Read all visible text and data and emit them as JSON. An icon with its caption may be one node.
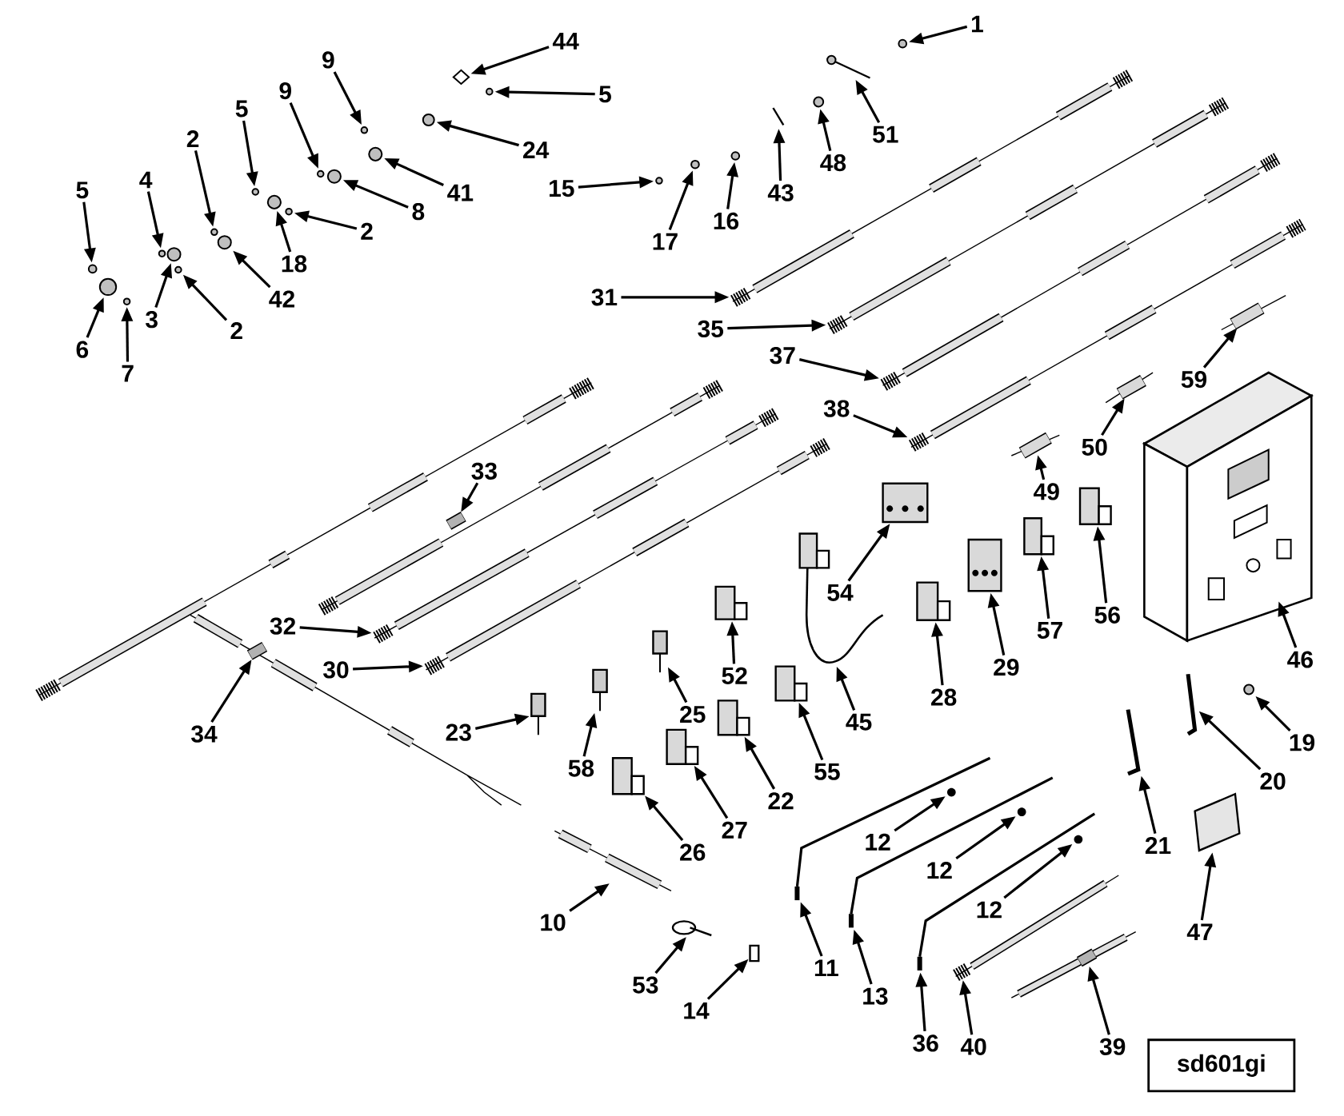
{
  "diagram": {
    "nodes": [
      {
        "text": [
          "1"
        ]
      },
      {
        "text": [
          "44"
        ]
      },
      {
        "text": [
          "5"
        ]
      },
      {
        "text": [
          "24"
        ]
      },
      {
        "text": [
          "9"
        ]
      },
      {
        "text": [
          "41"
        ]
      },
      {
        "text": [
          "51"
        ]
      },
      {
        "text": [
          "48"
        ]
      },
      {
        "text": [
          "43"
        ]
      },
      {
        "text": [
          "16"
        ]
      },
      {
        "text": [
          "15"
        ]
      },
      {
        "text": [
          "17"
        ]
      },
      {
        "text": [
          "9"
        ]
      },
      {
        "text": [
          "8"
        ]
      },
      {
        "text": [
          "5"
        ]
      },
      {
        "text": [
          "2"
        ]
      },
      {
        "text": [
          "18"
        ]
      },
      {
        "text": [
          "2"
        ]
      },
      {
        "text": [
          "42"
        ]
      },
      {
        "text": [
          "4"
        ]
      },
      {
        "text": [
          "5"
        ]
      },
      {
        "text": [
          "3"
        ]
      },
      {
        "text": [
          "2"
        ]
      },
      {
        "text": [
          "6"
        ]
      },
      {
        "text": [
          "7"
        ]
      },
      {
        "text": [
          "31"
        ]
      },
      {
        "text": [
          "35"
        ]
      },
      {
        "text": [
          "37"
        ]
      },
      {
        "text": [
          "38"
        ]
      },
      {
        "text": [
          "59"
        ]
      },
      {
        "text": [
          "50"
        ]
      },
      {
        "text": [
          "49"
        ]
      },
      {
        "text": [
          "33"
        ]
      },
      {
        "text": [
          "54"
        ]
      },
      {
        "text": [
          "56"
        ]
      },
      {
        "text": [
          "57"
        ]
      },
      {
        "text": [
          "29"
        ]
      },
      {
        "text": [
          "28"
        ]
      },
      {
        "text": [
          "52"
        ]
      },
      {
        "text": [
          "45"
        ]
      },
      {
        "text": [
          "32"
        ]
      },
      {
        "text": [
          "30"
        ]
      },
      {
        "text": [
          "25"
        ]
      },
      {
        "text": [
          "46"
        ]
      },
      {
        "text": [
          "55"
        ]
      },
      {
        "text": [
          "22"
        ]
      },
      {
        "text": [
          "23"
        ]
      },
      {
        "text": [
          "58"
        ]
      },
      {
        "text": [
          "34"
        ]
      },
      {
        "text": [
          "19"
        ]
      },
      {
        "text": [
          "20"
        ]
      },
      {
        "text": [
          "27"
        ]
      },
      {
        "text": [
          "26"
        ]
      },
      {
        "text": [
          "21"
        ]
      },
      {
        "text": [
          "12"
        ]
      },
      {
        "text": [
          "12"
        ]
      },
      {
        "text": [
          "12"
        ]
      },
      {
        "text": [
          "47"
        ]
      },
      {
        "text": [
          "10"
        ]
      },
      {
        "text": [
          "53"
        ]
      },
      {
        "text": [
          "14"
        ]
      },
      {
        "text": [
          "11"
        ]
      },
      {
        "text": [
          "13"
        ]
      },
      {
        "text": [
          "36"
        ]
      },
      {
        "text": [
          "40"
        ]
      },
      {
        "text": [
          "39"
        ]
      },
      {
        "text": [
          "sd601gi"
        ]
      },
      {
        "text": [],
        "shape": "circle"
      },
      {
        "text": [],
        "shape": "picture"
      },
      {
        "text": [],
        "shape": "circle"
      },
      {
        "text": [],
        "shape": "circle"
      },
      {
        "text": [],
        "shape": "circle"
      },
      {
        "text": [],
        "shape": "circle"
      },
      {
        "text": [],
        "shape": "picture"
      },
      {
        "text": [],
        "shape": "circle"
      },
      {
        "text": [],
        "shape": "picture"
      },
      {
        "text": [],
        "shape": "circle"
      },
      {
        "text": [],
        "shape": "circle"
      },
      {
        "text": [],
        "shape": "circle"
      },
      {
        "text": [],
        "shape": "circle"
      },
      {
        "text": [],
        "shape": "circle"
      },
      {
        "text": [],
        "shape": "circle"
      },
      {
        "text": [],
        "shape": "circle"
      },
      {
        "text": [],
        "shape": "circle"
      },
      {
        "text": [],
        "shape": "circle"
      },
      {
        "text": [],
        "shape": "circle"
      },
      {
        "text": [],
        "shape": "circle"
      },
      {
        "text": [],
        "shape": "circle"
      },
      {
        "text": [],
        "shape": "circle"
      },
      {
        "text": [],
        "shape": "circle"
      },
      {
        "text": [],
        "shape": "circle"
      },
      {
        "text": [],
        "shape": "circle"
      },
      {
        "text": [],
        "shape": "picture"
      },
      {
        "text": [],
        "shape": "picture"
      },
      {
        "text": [],
        "shape": "picture"
      },
      {
        "text": [],
        "shape": "picture"
      },
      {
        "text": [],
        "shape": "picture"
      },
      {
        "text": [],
        "shape": "picture"
      },
      {
        "text": [],
        "shape": "picture"
      },
      {
        "text": [],
        "shape": "picture"
      },
      {
        "text": [],
        "shape": "box"
      },
      {
        "text": [],
        "shape": "box"
      },
      {
        "text": [],
        "shape": "box"
      },
      {
        "text": [],
        "shape": "box"
      },
      {
        "text": [],
        "shape": "box"
      },
      {
        "text": [],
        "shape": "box"
      },
      {
        "text": [],
        "shape": "picture"
      },
      {
        "text": [],
        "shape": "picture"
      },
      {
        "text": [],
        "shape": "picture"
      },
      {
        "text": [],
        "shape": "picture"
      },
      {
        "text": [],
        "shape": "picture"
      },
      {
        "text": [],
        "shape": "box"
      },
      {
        "text": [],
        "shape": "box"
      },
      {
        "text": [],
        "shape": "picture"
      },
      {
        "text": [],
        "shape": "picture"
      },
      {
        "text": [],
        "shape": "picture"
      },
      {
        "text": [],
        "shape": "circle"
      },
      {
        "text": [],
        "shape": "picture"
      },
      {
        "text": [],
        "shape": "box"
      },
      {
        "text": [],
        "shape": "box"
      },
      {
        "text": [],
        "shape": "picture"
      },
      {
        "text": [],
        "shape": "circle"
      },
      {
        "text": [],
        "shape": "circle"
      },
      {
        "text": [],
        "shape": "circle"
      },
      {
        "text": [],
        "shape": "picture"
      },
      {
        "text": [],
        "shape": "picture"
      },
      {
        "text": [],
        "shape": "picture"
      },
      {
        "text": [],
        "shape": "box"
      },
      {
        "text": [],
        "shape": "picture"
      },
      {
        "text": [],
        "shape": "picture"
      },
      {
        "text": [],
        "shape": "picture"
      },
      {
        "text": [],
        "shape": "picture"
      },
      {
        "text": [],
        "shape": "picture"
      }
    ],
    "edges": [
      {
        "from": 0,
        "to": 67,
        "arrow": "to"
      },
      {
        "from": 1,
        "to": 68,
        "arrow": "to"
      },
      {
        "from": 2,
        "to": 69,
        "arrow": "to"
      },
      {
        "from": 3,
        "to": 70,
        "arrow": "to"
      },
      {
        "from": 4,
        "to": 71,
        "arrow": "to"
      },
      {
        "from": 5,
        "to": 72,
        "arrow": "to"
      },
      {
        "from": 6,
        "to": 73,
        "arrow": "to"
      },
      {
        "from": 7,
        "to": 74,
        "arrow": "to"
      },
      {
        "from": 8,
        "to": 75,
        "arrow": "to"
      },
      {
        "from": 9,
        "to": 76,
        "arrow": "to"
      },
      {
        "from": 10,
        "to": 77,
        "arrow": "to"
      },
      {
        "from": 11,
        "to": 78,
        "arrow": "to"
      },
      {
        "from": 12,
        "to": 79,
        "arrow": "to"
      },
      {
        "from": 13,
        "to": 80,
        "arrow": "to"
      },
      {
        "from": 14,
        "to": 81,
        "arrow": "to"
      },
      {
        "from": 15,
        "to": 82,
        "arrow": "to"
      },
      {
        "from": 16,
        "to": 83,
        "arrow": "to"
      },
      {
        "from": 17,
        "to": 84,
        "arrow": "to"
      },
      {
        "from": 18,
        "to": 85,
        "arrow": "to"
      },
      {
        "from": 19,
        "to": 86,
        "arrow": "to"
      },
      {
        "from": 20,
        "to": 87,
        "arrow": "to"
      },
      {
        "from": 21,
        "to": 88,
        "arrow": "to"
      },
      {
        "from": 22,
        "to": 89,
        "arrow": "to"
      },
      {
        "from": 23,
        "to": 90,
        "arrow": "to"
      },
      {
        "from": 24,
        "to": 91,
        "arrow": "to"
      },
      {
        "from": 25,
        "to": 92,
        "arrow": "to"
      },
      {
        "from": 26,
        "to": 93,
        "arrow": "to"
      },
      {
        "from": 27,
        "to": 94,
        "arrow": "to"
      },
      {
        "from": 28,
        "to": 95,
        "arrow": "to"
      },
      {
        "from": 29,
        "to": 96,
        "arrow": "to"
      },
      {
        "from": 30,
        "to": 97,
        "arrow": "to"
      },
      {
        "from": 31,
        "to": 98,
        "arrow": "to"
      },
      {
        "from": 32,
        "to": 99,
        "arrow": "to"
      },
      {
        "from": 33,
        "to": 100,
        "arrow": "to"
      },
      {
        "from": 34,
        "to": 101,
        "arrow": "to"
      },
      {
        "from": 35,
        "to": 102,
        "arrow": "to"
      },
      {
        "from": 36,
        "to": 103,
        "arrow": "to"
      },
      {
        "from": 37,
        "to": 104,
        "arrow": "to"
      },
      {
        "from": 38,
        "to": 105,
        "arrow": "to"
      },
      {
        "from": 39,
        "to": 106,
        "arrow": "to"
      },
      {
        "from": 40,
        "to": 107,
        "arrow": "to"
      },
      {
        "from": 41,
        "to": 108,
        "arrow": "to"
      },
      {
        "from": 42,
        "to": 109,
        "arrow": "to"
      },
      {
        "from": 43,
        "to": 110,
        "arrow": "to"
      },
      {
        "from": 44,
        "to": 111,
        "arrow": "to"
      },
      {
        "from": 45,
        "to": 112,
        "arrow": "to"
      },
      {
        "from": 46,
        "to": 113,
        "arrow": "to"
      },
      {
        "from": 47,
        "to": 114,
        "arrow": "to"
      },
      {
        "from": 48,
        "to": 115,
        "arrow": "to"
      },
      {
        "from": 49,
        "to": 116,
        "arrow": "to"
      },
      {
        "from": 50,
        "to": 117,
        "arrow": "to"
      },
      {
        "from": 51,
        "to": 118,
        "arrow": "to"
      },
      {
        "from": 52,
        "to": 119,
        "arrow": "to"
      },
      {
        "from": 53,
        "to": 120,
        "arrow": "to"
      },
      {
        "from": 54,
        "to": 121,
        "arrow": "to"
      },
      {
        "from": 55,
        "to": 122,
        "arrow": "to"
      },
      {
        "from": 56,
        "to": 123,
        "arrow": "to"
      },
      {
        "from": 57,
        "to": 124,
        "arrow": "to"
      },
      {
        "from": 58,
        "to": 125,
        "arrow": "to"
      },
      {
        "from": 59,
        "to": 126,
        "arrow": "to"
      },
      {
        "from": 60,
        "to": 127,
        "arrow": "to"
      },
      {
        "from": 61,
        "to": 128,
        "arrow": "to"
      },
      {
        "from": 62,
        "to": 129,
        "arrow": "to"
      },
      {
        "from": 63,
        "to": 130,
        "arrow": "to"
      },
      {
        "from": 64,
        "to": 131,
        "arrow": "to"
      },
      {
        "from": 65,
        "to": 132,
        "arrow": "to"
      }
    ]
  }
}
